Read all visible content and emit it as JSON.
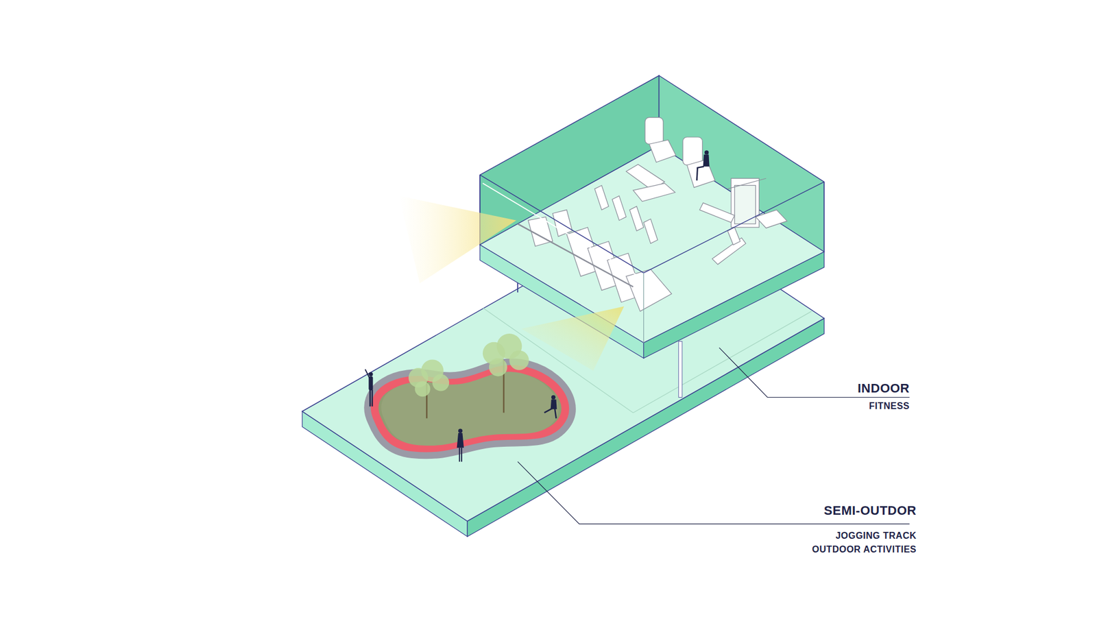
{
  "diagram": {
    "labels": [
      "INDOOR",
      "FITNESS",
      "SEMI-OUTDOR",
      "JOGGING TRACK",
      "OUTDOOR ACTIVITIES"
    ]
  }
}
